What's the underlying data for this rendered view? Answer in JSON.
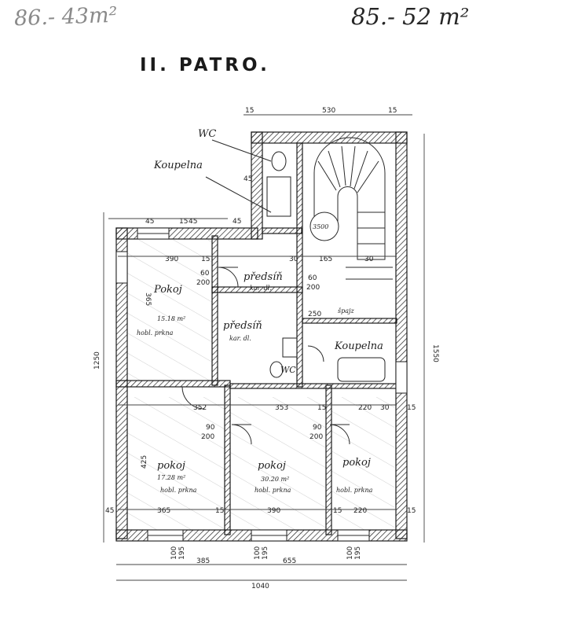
{
  "header": {
    "area_left": "86.- 43m²",
    "area_right": "85.- 52 m²",
    "floor_title": "II. PATRO."
  },
  "rooms": {
    "wc_top": "WC",
    "koupelna_top": "Koupelna",
    "pokoj_top": "Pokoj",
    "pokoj_top_area": "15.18 m²",
    "pokoj_top_floor": "hobl. prkna",
    "predsin_1": "předsíň",
    "predsin_1_sub": "kar. dl.",
    "predsin_2": "předsíň",
    "predsin_2_sub": "kar. dl.",
    "sklep": "špajz",
    "koupelna_right": "Koupelna",
    "wc_mid": "WC",
    "pokoj_bl": "pokoj",
    "pokoj_bl_area": "17.28 m²",
    "pokoj_bl_floor": "hobl. prkna",
    "pokoj_bm": "pokoj",
    "pokoj_bm_area": "30.20 m²",
    "pokoj_bm_floor": "hobl. prkna",
    "pokoj_br": "pokoj",
    "pokoj_br_floor": "hobl. prkna",
    "stair_label": "3500"
  },
  "dimensions": {
    "top_15a": "15",
    "top_530": "530",
    "top_15b": "15",
    "d45a": "45",
    "d45b": "45",
    "d15": "15",
    "d45c": "45",
    "d45d": "45",
    "r390": "390",
    "r15a": "15",
    "r30": "30",
    "r165": "165",
    "r30b": "30",
    "r60": "60",
    "r200a": "200",
    "r365a": "365",
    "r60b": "60",
    "r200b": "200",
    "r250": "250",
    "r352": "352",
    "r353": "353",
    "r15b": "15",
    "r220a": "220",
    "r30c": "30",
    "r15c": "15",
    "r90a": "90",
    "r200c": "200",
    "r90b": "90",
    "r200d": "200",
    "r425": "425",
    "r45": "45",
    "r365b": "365",
    "r15d": "15",
    "r390b": "390",
    "r15e": "15",
    "r220b": "220",
    "r15f": "15",
    "left_1250": "1250",
    "right_1550": "1550",
    "b100a": "100",
    "b195a": "195",
    "b385": "385",
    "b100b": "100",
    "b195b": "195",
    "b655": "655",
    "b100c": "100",
    "b195c": "195",
    "b1040": "1040"
  }
}
